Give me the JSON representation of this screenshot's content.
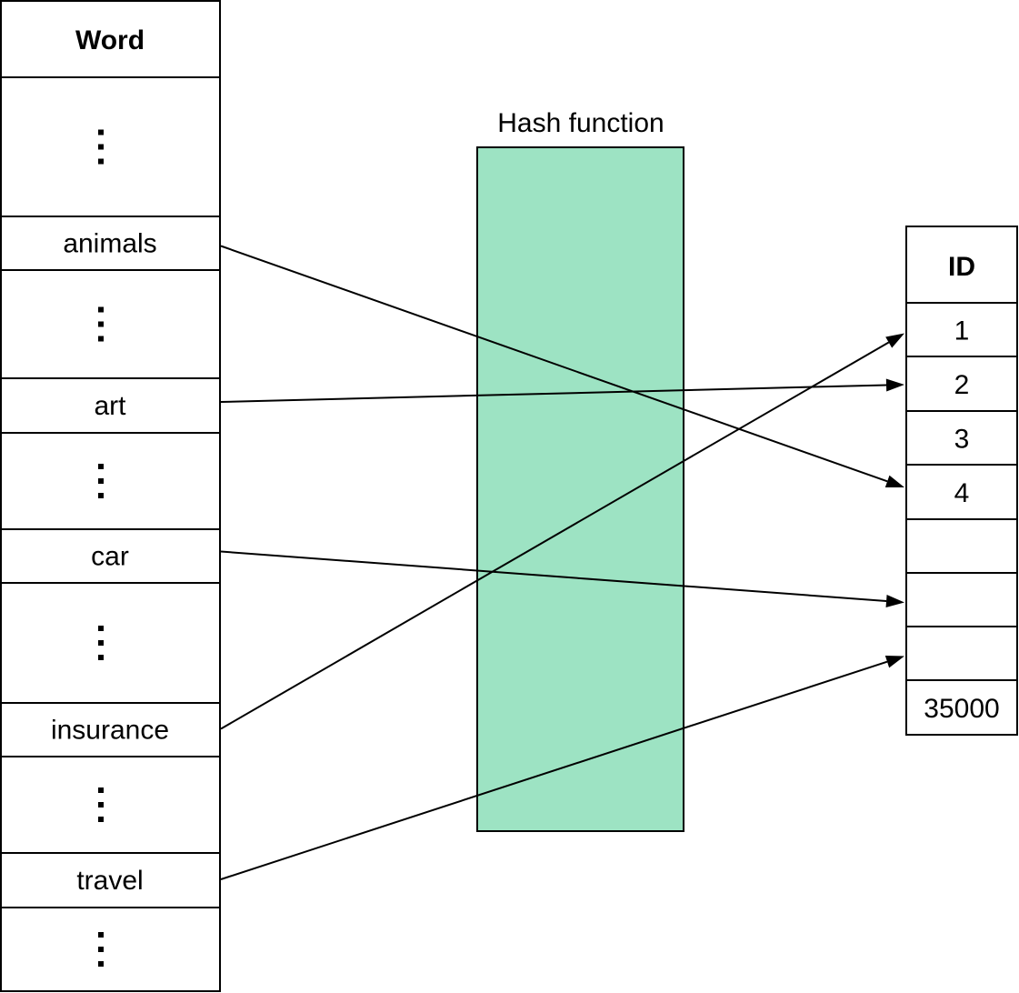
{
  "hash_function": {
    "label": "Hash function",
    "fill_color": "#9de3c3"
  },
  "word_table": {
    "header": "Word",
    "rows": [
      {
        "kind": "ellipsis"
      },
      {
        "kind": "word",
        "text": "animals"
      },
      {
        "kind": "ellipsis"
      },
      {
        "kind": "word",
        "text": "art"
      },
      {
        "kind": "ellipsis"
      },
      {
        "kind": "word",
        "text": "car"
      },
      {
        "kind": "ellipsis"
      },
      {
        "kind": "word",
        "text": "insurance"
      },
      {
        "kind": "ellipsis"
      },
      {
        "kind": "word",
        "text": "travel"
      },
      {
        "kind": "ellipsis"
      }
    ]
  },
  "id_table": {
    "header": "ID",
    "rows": [
      "1",
      "2",
      "3",
      "4",
      "",
      "",
      "",
      "35000"
    ]
  },
  "mappings": [
    {
      "from": "animals",
      "to_row": 3
    },
    {
      "from": "art",
      "to_row": 1
    },
    {
      "from": "car",
      "to_row": 5
    },
    {
      "from": "insurance",
      "to_row": 0
    },
    {
      "from": "travel",
      "to_row": 6
    }
  ]
}
